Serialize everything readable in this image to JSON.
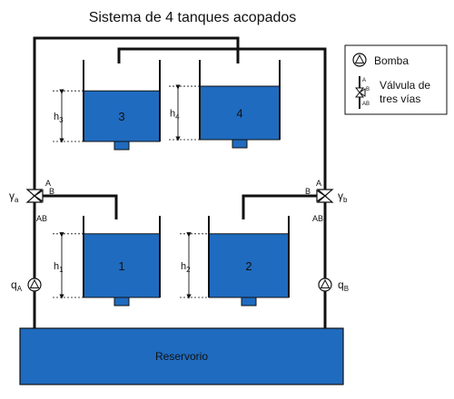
{
  "title": "Sistema de 4 tanques acopados",
  "colors": {
    "water": "#1f6bbf",
    "water_edge": "#0d3f7a",
    "pipe": "#111111",
    "background": "#ffffff"
  },
  "legend": {
    "pump_label": "Bomba",
    "valve_label_line1": "Válvula de",
    "valve_label_line2": "tres vías",
    "valve_port_a": "A",
    "valve_port_b": "B",
    "valve_port_ab": "AB",
    "pump_icon": "triangle-in-circle-icon",
    "valve_icon": "three-way-valve-icon"
  },
  "tanks": [
    {
      "label": "1",
      "level_label": "h",
      "level_sub": "1",
      "fill_fraction": 0.78
    },
    {
      "label": "2",
      "level_label": "h",
      "level_sub": "2",
      "fill_fraction": 0.78
    },
    {
      "label": "3",
      "level_label": "h",
      "level_sub": "3",
      "fill_fraction": 0.62
    },
    {
      "label": "4",
      "level_label": "h",
      "level_sub": "4",
      "fill_fraction": 0.67
    }
  ],
  "valves": {
    "left": {
      "name": "γ",
      "sub": "a",
      "port_a": "A",
      "port_b": "B",
      "port_ab": "AB"
    },
    "right": {
      "name": "γ",
      "sub": "b",
      "port_a": "A",
      "port_b": "B",
      "port_ab": "AB"
    }
  },
  "pumps": {
    "left": {
      "name": "q",
      "sub": "A"
    },
    "right": {
      "name": "q",
      "sub": "B"
    }
  },
  "reservoir_label": "Reservorio"
}
